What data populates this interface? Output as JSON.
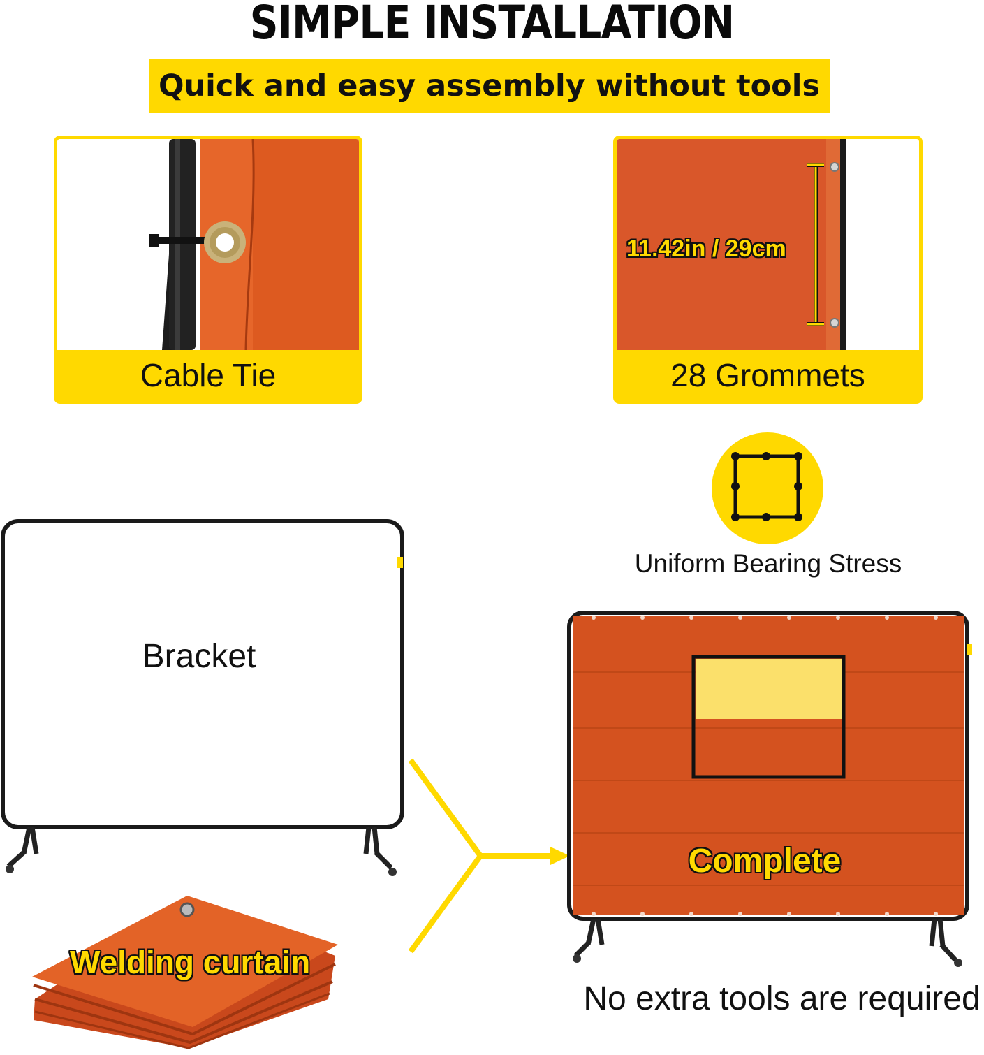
{
  "header": {
    "title": "SIMPLE INSTALLATION",
    "subtitle": "Quick and easy assembly without tools"
  },
  "features": {
    "cable_tie": {
      "caption": "Cable Tie"
    },
    "grommets": {
      "caption": "28 Grommets",
      "spacing": "11.42in / 29cm"
    }
  },
  "stress": {
    "label": "Uniform Bearing Stress",
    "icon": "frame-nodes-icon"
  },
  "parts": {
    "bracket": "Bracket",
    "curtain": "Welding curtain"
  },
  "result": {
    "label": "Complete",
    "note": "No extra tools are required"
  },
  "colors": {
    "accent": "#ffd900",
    "curtain": "#d9541e",
    "frame": "#1a1a1a"
  }
}
